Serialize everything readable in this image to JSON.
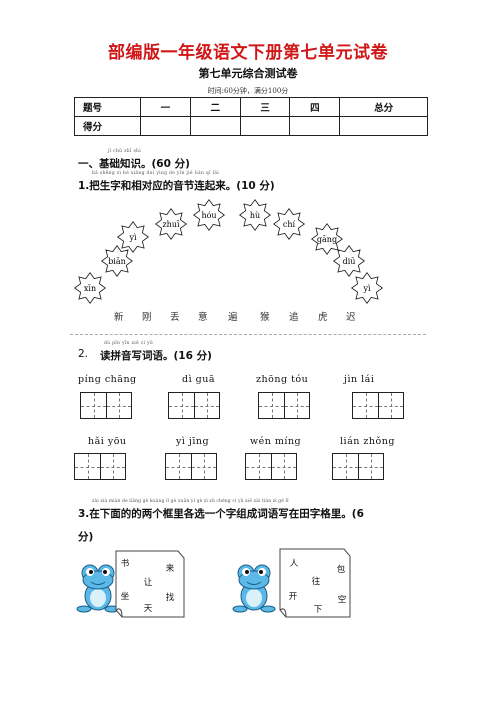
{
  "doc_title": "部编版一年级语文下册第七单元试卷",
  "sub_title": "第七单元综合测试卷",
  "time_line": "时间:60分钟，满分100分",
  "score_table": {
    "row1": [
      "题号",
      "一",
      "二",
      "三",
      "四",
      "总分"
    ],
    "row2_label": "得分"
  },
  "section1": {
    "pinyin": "jī chǔ zhī shi",
    "heading": "一、基础知识。(60 分)"
  },
  "q1": {
    "pinyin": "bǎ shēng zì hé xiāng duì yìng de yīn jié lián qǐ lái",
    "heading": "1.把生字和相对应的音节连起来。(10 分)",
    "syllables": [
      "xīn",
      "biān",
      "yì",
      "zhuī",
      "hóu",
      "hù",
      "chí",
      "gāng",
      "diū",
      "yì"
    ],
    "chars": [
      "新",
      "刚",
      "丢",
      "意",
      "遍",
      "猴",
      "追",
      "虎",
      "迟"
    ]
  },
  "q2": {
    "pinyin": "dú pīn yīn xiě cí yǔ",
    "heading_num": "2.",
    "heading": "读拼音写词语。(16 分)",
    "row1": [
      "píng chāng",
      "dì guā",
      "zhōng tóu",
      "jìn lái"
    ],
    "row2": [
      "hǎi yōu",
      "yì jīng",
      "wén míng",
      "lián zhǒng"
    ]
  },
  "q3": {
    "pinyin": "zài xià miàn de liǎng gè kuàng lǐ gè xuǎn yí gè zì zǔ chéng cí yǔ xiě zài tián zì gé lǐ",
    "heading_line1": "3.在下面的的两个框里各选一个字组成词语写在田字格里。(6",
    "heading_line2": "分)",
    "card1": [
      "书",
      "来",
      "让",
      "坐",
      "找",
      "天"
    ],
    "card2": [
      "人",
      "包",
      "往",
      "开",
      "空",
      "下"
    ]
  }
}
